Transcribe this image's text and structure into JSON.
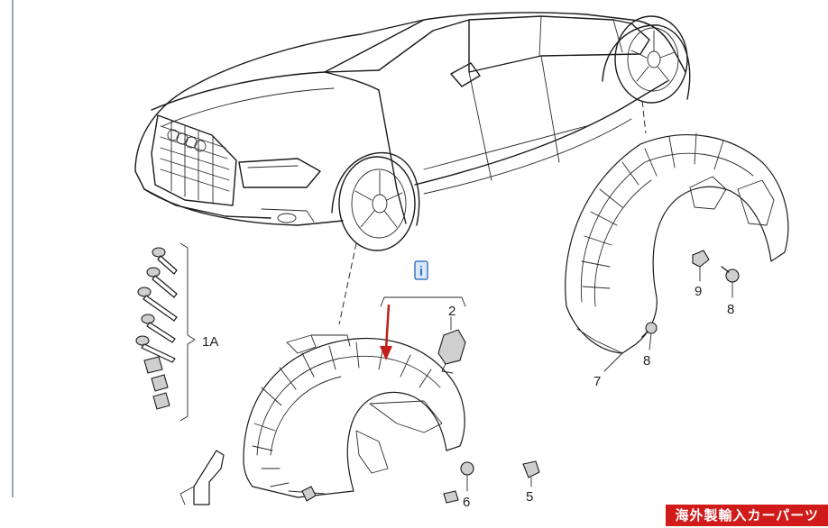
{
  "labels": {
    "part_1a": "1A",
    "part_2": "2",
    "part_5": "5",
    "part_6": "6",
    "part_7": "7",
    "part_8_upper": "8",
    "part_8_lower": "8",
    "part_9": "9"
  },
  "info_marker": "i",
  "watermark": "海外製輸入カーパーツ",
  "colors": {
    "arrow": "#c0201a",
    "info_box": "#3a78c6",
    "watermark_bg": "#d11a1a"
  }
}
